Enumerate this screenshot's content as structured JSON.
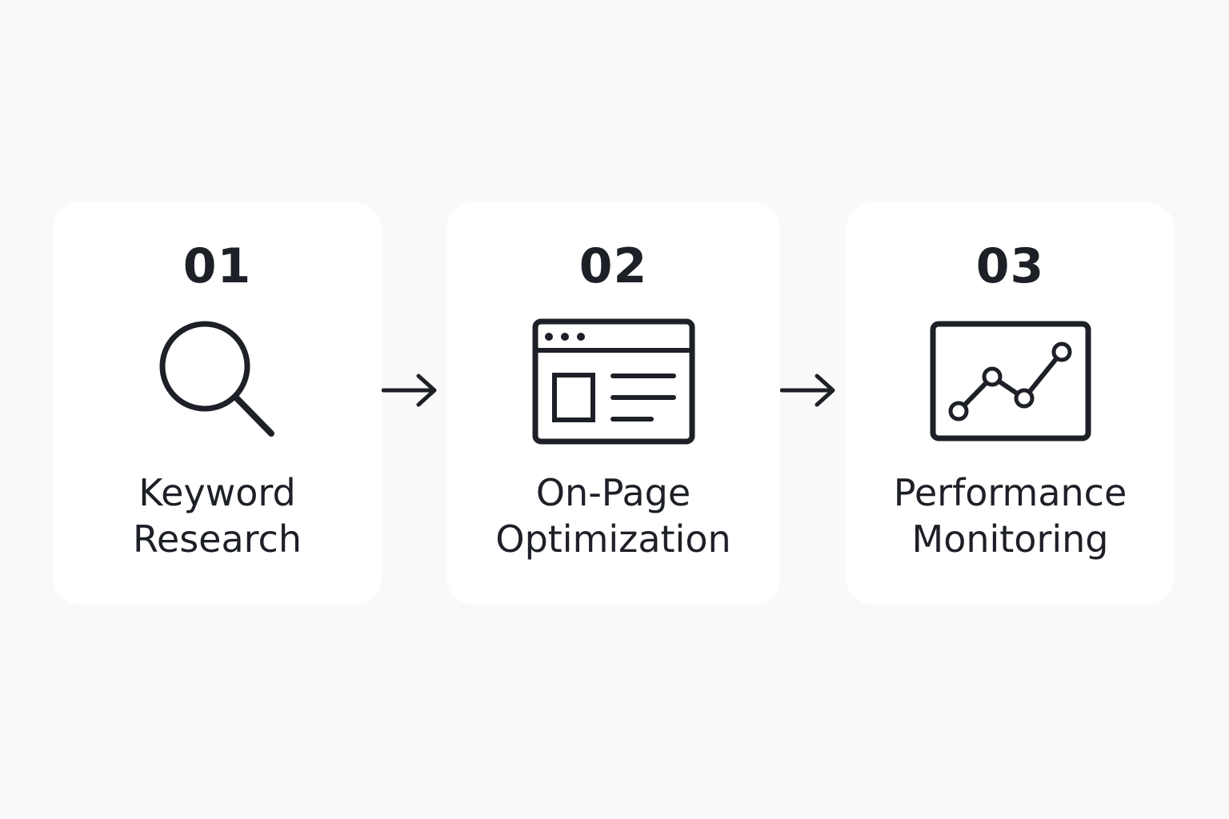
{
  "steps": [
    {
      "number": "01",
      "label_line1": "Keyword",
      "label_line2": "Research",
      "icon": "magnifying-glass-icon"
    },
    {
      "number": "02",
      "label_line1": "On-Page",
      "label_line2": "Optimization",
      "icon": "browser-window-icon"
    },
    {
      "number": "03",
      "label_line1": "Performance",
      "label_line2": "Monitoring",
      "icon": "line-chart-monitor-icon"
    }
  ],
  "connectors": [
    "right-arrow-icon",
    "right-arrow-icon"
  ],
  "colors": {
    "background": "#f9f9f9",
    "card": "#ffffff",
    "ink": "#1d2026"
  }
}
